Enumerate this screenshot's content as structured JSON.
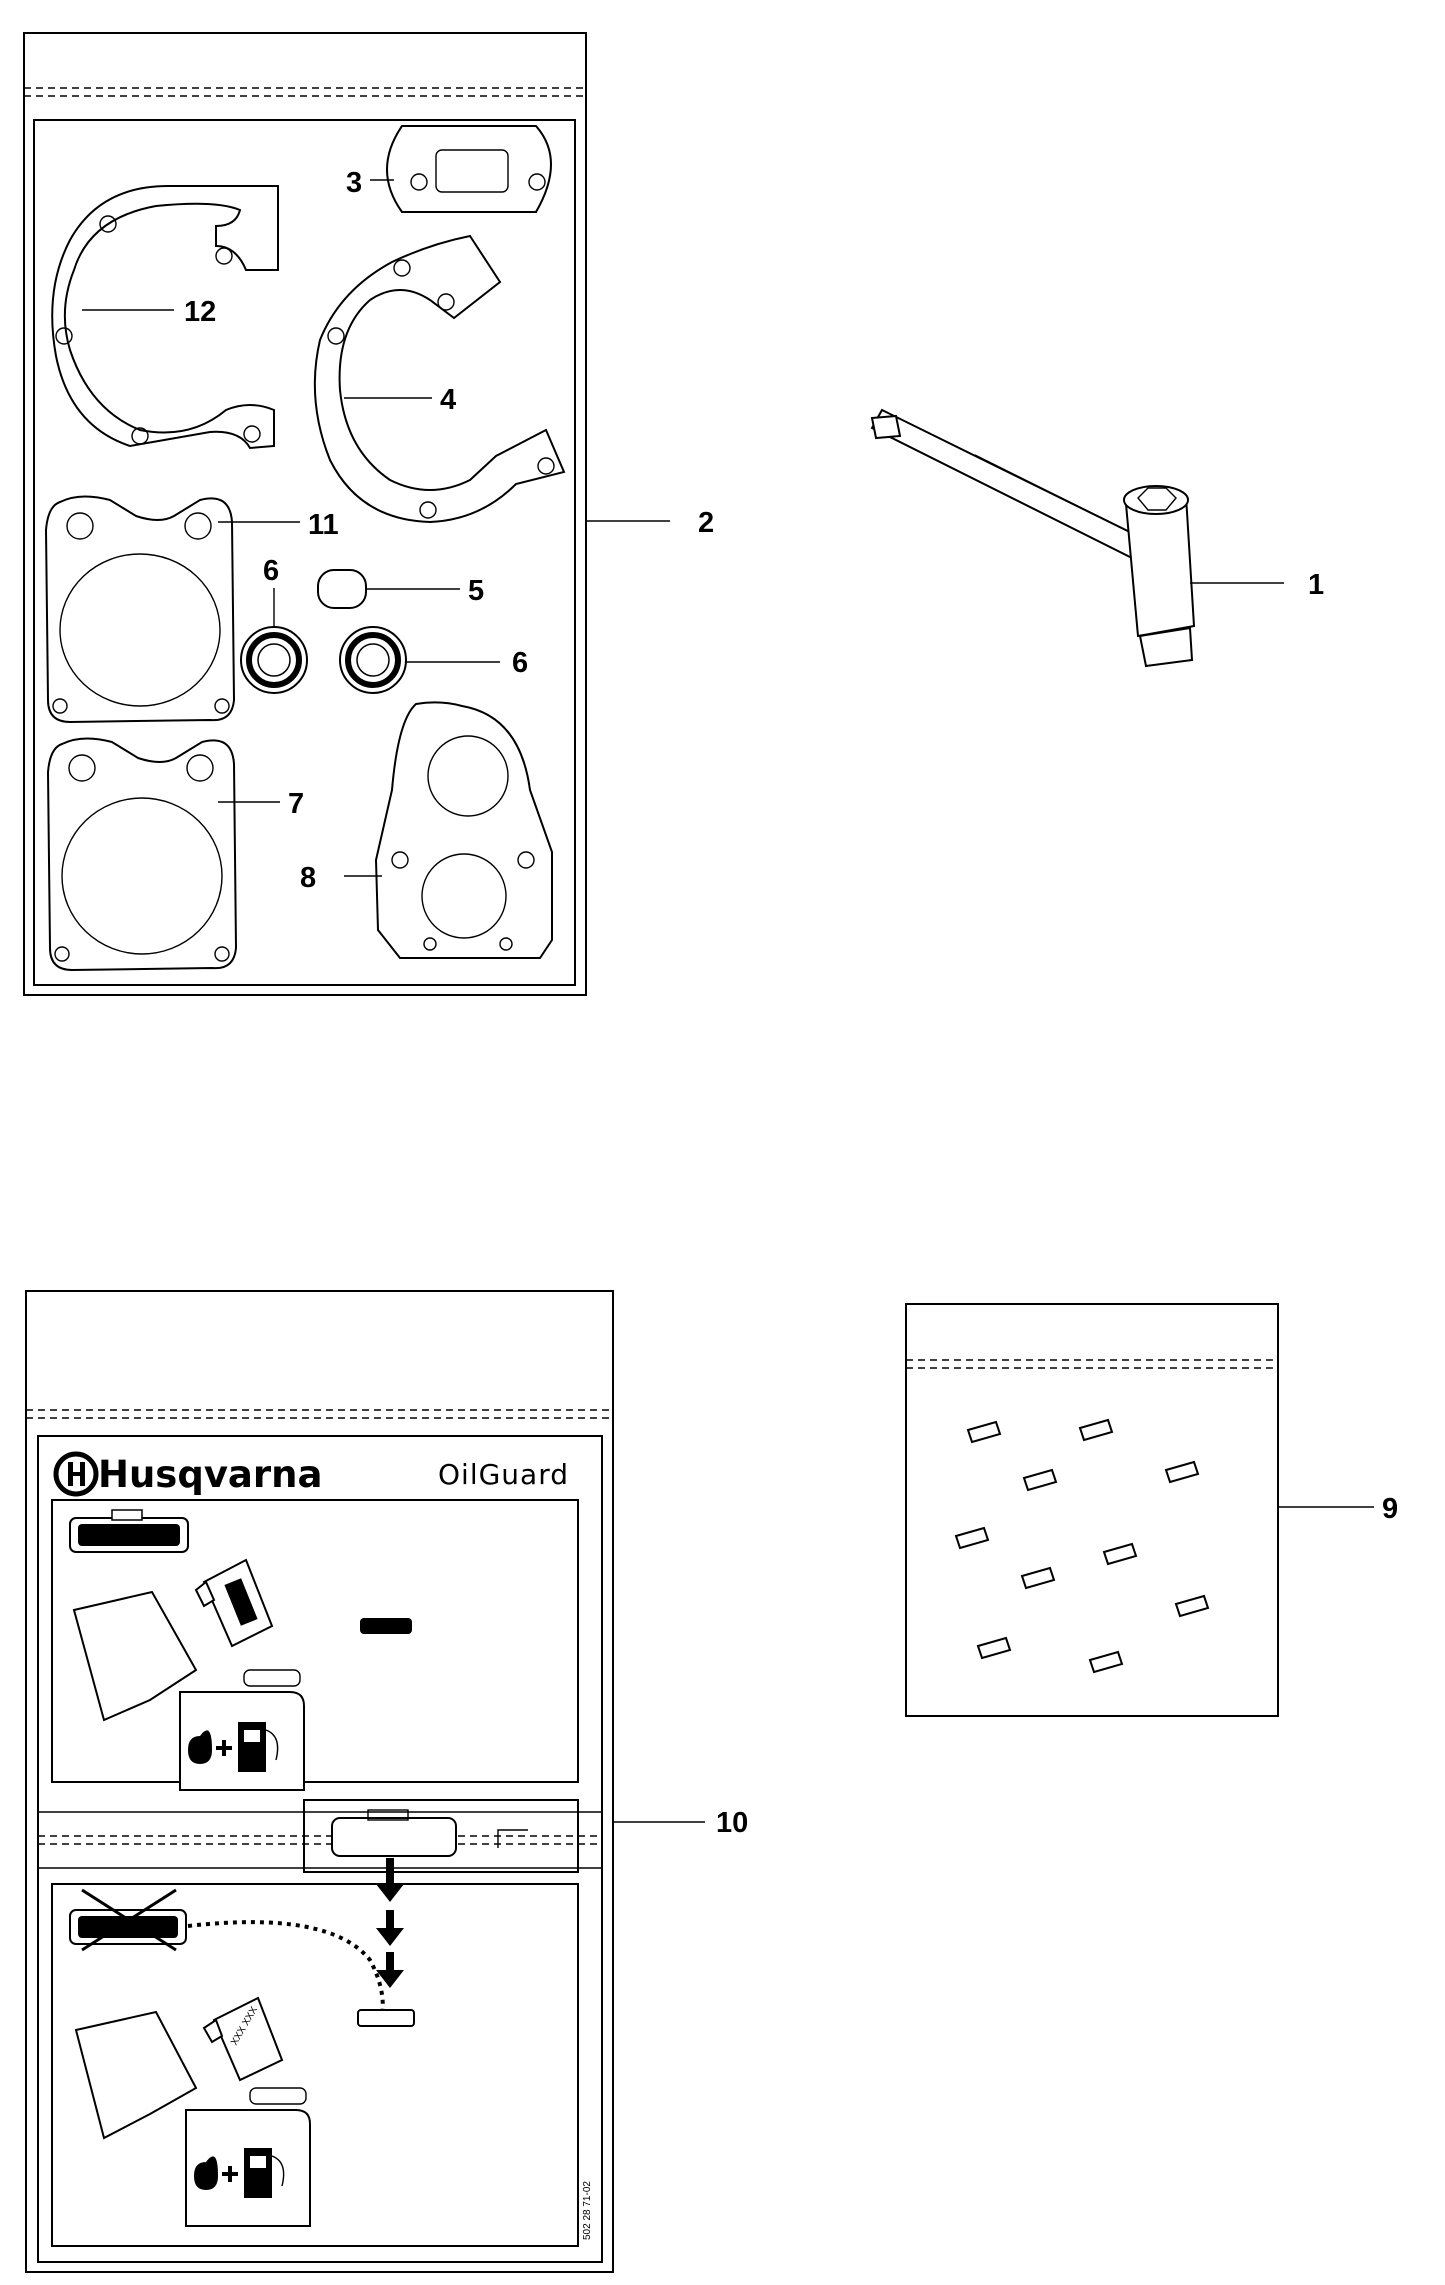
{
  "callouts": {
    "c1": "1",
    "c2": "2",
    "c3": "3",
    "c4": "4",
    "c5": "5",
    "c6a": "6",
    "c6b": "6",
    "c7": "7",
    "c8": "8",
    "c9": "9",
    "c10": "10",
    "c11": "11",
    "c12": "12"
  },
  "leaflet": {
    "brand": "Husqvarna",
    "product": "OilGuard",
    "part_number": "502 28 71-02"
  },
  "icons": [
    "spark-plug-wrench-icon",
    "husqvarna-crown-logo",
    "fuel-pump-icon",
    "oil-drop-icon",
    "fuel-can-icon",
    "oil-bottle-icon",
    "screw-icon"
  ]
}
